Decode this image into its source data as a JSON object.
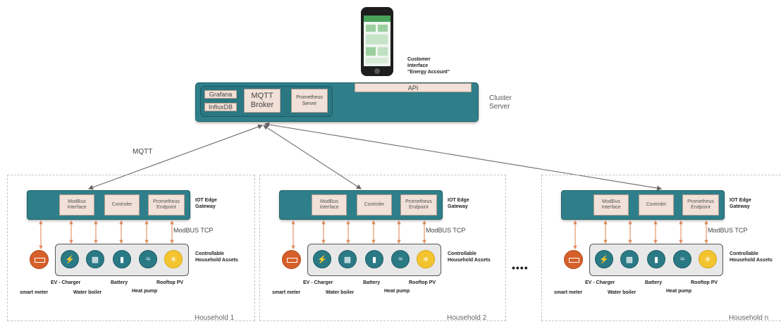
{
  "customer": {
    "line1": "Customer",
    "line2": "Interface",
    "line3": "\"Energy Account\""
  },
  "cluster": {
    "api": "API",
    "grafana": "Grafana",
    "influxdb": "InfluxDB",
    "broker_line1": "MQTT",
    "broker_line2": "Broker",
    "prometheus_line1": "Prometheus",
    "prometheus_line2": "Server",
    "label_line1": "Cluster",
    "label_line2": "Server"
  },
  "mqtt_label": "MQTT",
  "ellipsis": "••••",
  "households": [
    {
      "name": "Household 1",
      "gateway": {
        "modbus_line1": "ModBus",
        "modbus_line2": "Interface",
        "controller": "Controler",
        "prom_line1": "Prometheus",
        "prom_line2": "Endpoint",
        "label_line1": "IOT Edge",
        "label_line2": "Gateway"
      },
      "protocol": "ModBUS TCP",
      "assets_line1": "Controllable",
      "assets_line2": "Household Assets",
      "devices": {
        "smart_meter": "smart meter",
        "ev": "EV - Charger",
        "water": "Water boiler",
        "battery": "Battery",
        "heat": "Heat pump",
        "pv": "Rooftop PV"
      }
    },
    {
      "name": "Household 2",
      "gateway": {
        "modbus_line1": "ModBus",
        "modbus_line2": "Interface",
        "controller": "Controler",
        "prom_line1": "Prometheus",
        "prom_line2": "Endpoint",
        "label_line1": "IOT Edge",
        "label_line2": "Gateway"
      },
      "protocol": "ModBUS TCP",
      "assets_line1": "Controllable",
      "assets_line2": "Household Assets",
      "devices": {
        "smart_meter": "smart meter",
        "ev": "EV - Charger",
        "water": "Water boiler",
        "battery": "Battery",
        "heat": "Heat pump",
        "pv": "Rooftop PV"
      }
    },
    {
      "name": "Household n",
      "gateway": {
        "modbus_line1": "ModBus",
        "modbus_line2": "Interface",
        "controller": "Controler",
        "prom_line1": "Prometheus",
        "prom_line2": "Endpoint",
        "label_line1": "IOT Edge",
        "label_line2": "Gateway"
      },
      "protocol": "ModBUS TCP",
      "assets_line1": "Controllable",
      "assets_line2": "Household Assets",
      "devices": {
        "smart_meter": "smart meter",
        "ev": "EV - Charger",
        "water": "Water boiler",
        "battery": "Battery",
        "heat": "Heat pump",
        "pv": "Rooftop PV"
      }
    }
  ],
  "icons": {
    "phone": "smartphone-icon",
    "smart_meter": "smart-meter-icon",
    "ev": "ev-charger-icon",
    "water": "water-boiler-icon",
    "battery": "battery-icon",
    "heat": "heat-pump-icon",
    "pv": "rooftop-pv-icon"
  },
  "colors": {
    "teal": "#2f7f8a",
    "chip": "#f1e1d8",
    "connector": "#e08a5c",
    "meter": "#d6602a",
    "sun": "#f4c42f"
  }
}
